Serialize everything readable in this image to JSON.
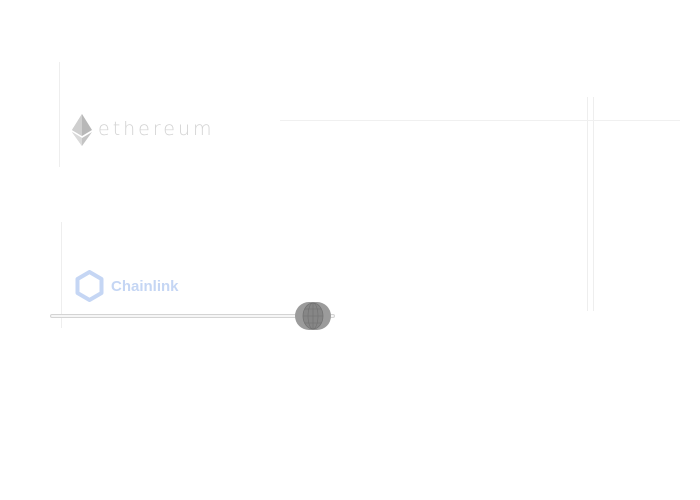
{
  "cards": [
    {
      "brand": "ethereum",
      "icon": "ethereum-diamond-icon",
      "color": "#c8c8c8"
    },
    {
      "brand": "Chainlink",
      "icon": "chainlink-hexagon-icon",
      "color": "#c5d6f4"
    }
  ],
  "slider": {
    "value": 0.92,
    "thumb_icon": "globe-icon",
    "thumb_color": "#9b9b9b"
  }
}
